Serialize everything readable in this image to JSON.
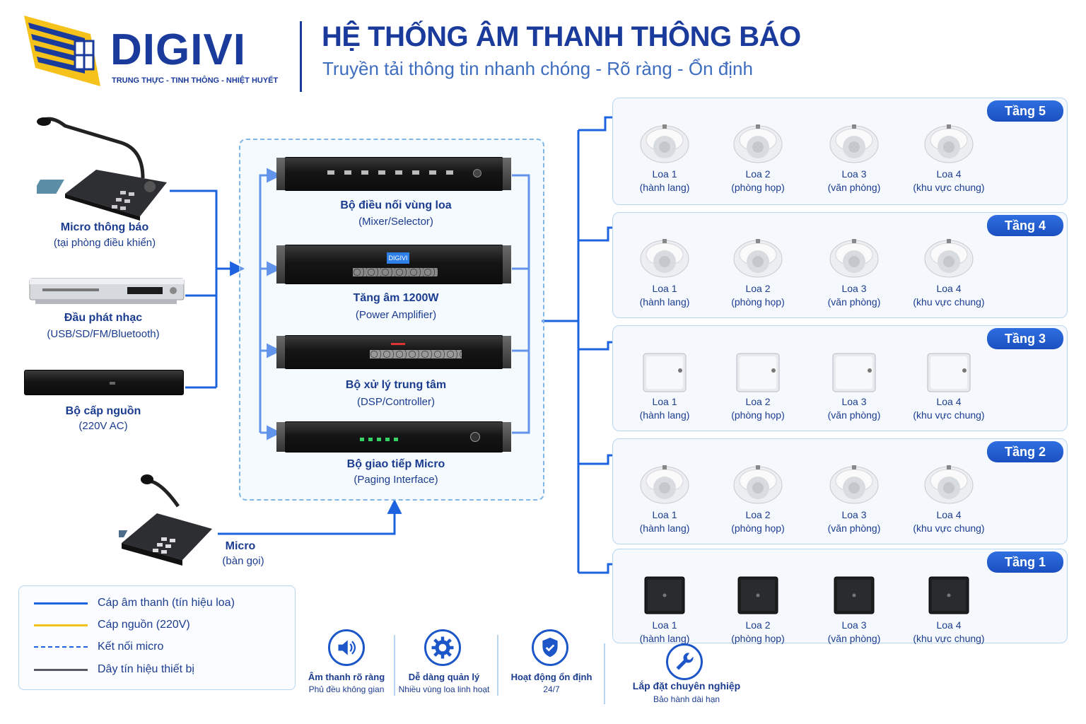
{
  "header": {
    "brand": "DIGIVI",
    "tagline": "TRUNG THỰC - TINH THÔNG - NHIỆT HUYẾT",
    "title": "HỆ THỐNG ÂM THANH THÔNG BÁO",
    "subtitle": "Truyền tải thông tin nhanh chóng - Rõ ràng - Ổn định"
  },
  "sources": [
    {
      "label": "Micro thông báo",
      "sub": "(tại phòng điều khiển)"
    },
    {
      "label": "Đầu phát nhạc",
      "sub": "(USB/SD/FM/Bluetooth)"
    },
    {
      "label": "Bộ cấp nguồn",
      "sub": "(220V AC)"
    }
  ],
  "micro_call": {
    "label": "Micro",
    "sub": "(bàn gọi)"
  },
  "center_devices": [
    {
      "label": "Bộ điều nối vùng loa",
      "sub": "(Mixer/Selector)"
    },
    {
      "label": "Tăng âm 1200W",
      "sub": "(Power Amplifier)"
    },
    {
      "label": "Bộ xử lý trung tâm",
      "sub": "(DSP/Controller)"
    },
    {
      "label": "Bộ giao tiếp Micro",
      "sub": "(Paging Interface)"
    }
  ],
  "amp_display": "DIGIVI",
  "floors": [
    {
      "name": "Tầng 5",
      "type": "ceiling"
    },
    {
      "name": "Tầng 4",
      "type": "ceiling"
    },
    {
      "name": "Tầng 3",
      "type": "wall-white"
    },
    {
      "name": "Tầng 2",
      "type": "ceiling"
    },
    {
      "name": "Tầng 1",
      "type": "box-black"
    }
  ],
  "speakers": [
    {
      "name": "Loa 1",
      "room": "(hành lang)"
    },
    {
      "name": "Loa 2",
      "room": "(phòng họp)"
    },
    {
      "name": "Loa 3",
      "room": "(văn phòng)"
    },
    {
      "name": "Loa 4",
      "room": "(khu vực chung)"
    }
  ],
  "legend": [
    {
      "label": "Cáp âm thanh (tín hiệu loa)",
      "style": "solid",
      "color": "#1d63e0"
    },
    {
      "label": "Cáp nguồn (220V)",
      "style": "solid",
      "color": "#f5c21b"
    },
    {
      "label": "Kết nối micro",
      "style": "dashed",
      "color": "#1d63e0"
    },
    {
      "label": "Dây tín hiệu thiết bị",
      "style": "solid",
      "color": "#555a63"
    }
  ],
  "features": [
    {
      "icon": "speaker-icon",
      "title": "Âm thanh rõ ràng",
      "sub": "Phủ đều không gian"
    },
    {
      "icon": "gear-icon",
      "title": "Dễ dàng quản lý",
      "sub": "Nhiều vùng loa linh hoạt"
    },
    {
      "icon": "shield-check-icon",
      "title": "Hoạt động ổn định",
      "sub": "24/7"
    },
    {
      "icon": "wrench-icon",
      "title": "Lắp đặt chuyên nghiệp",
      "sub": "Bảo hành dài hạn"
    }
  ],
  "colors": {
    "primary": "#1a3b9b",
    "line": "#1d63e0",
    "accent": "#f5c21b"
  }
}
